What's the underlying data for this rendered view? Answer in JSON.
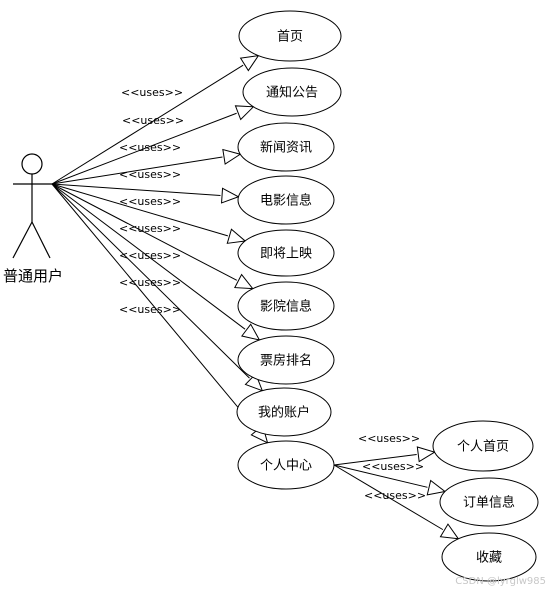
{
  "actor": {
    "label": "普通用户"
  },
  "stereotype": "<<uses>>",
  "use_cases": [
    {
      "label": "首页"
    },
    {
      "label": "通知公告"
    },
    {
      "label": "新闻资讯"
    },
    {
      "label": "电影信息"
    },
    {
      "label": "即将上映"
    },
    {
      "label": "影院信息"
    },
    {
      "label": "票房排名"
    },
    {
      "label": "我的账户"
    },
    {
      "label": "个人中心"
    }
  ],
  "sub_use_cases": [
    {
      "label": "个人首页"
    },
    {
      "label": "订单信息"
    },
    {
      "label": "收藏"
    }
  ],
  "watermark": "CSDN @lyrglw985"
}
